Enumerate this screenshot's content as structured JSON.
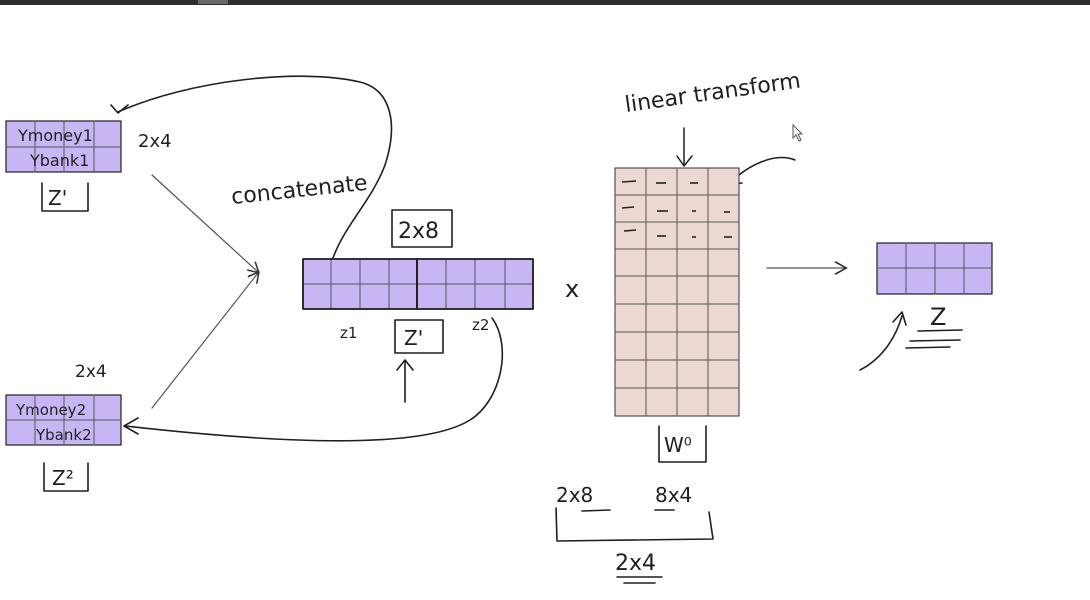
{
  "labels": {
    "z1_row1": "Ymoney1",
    "z1_row2": "Ybank1",
    "z1_dim": "2x4",
    "z1_name": "Z'",
    "z2_dim": "2x4",
    "z2_row1": "Ymoney2",
    "z2_row2": "Ybank2",
    "z2_name": "Z²",
    "concatenate": "concatenate",
    "concat_dim": "2x8",
    "sub_left": "z1",
    "sub_right": "z2",
    "concat_name": "Z'",
    "multiply": "x",
    "linear_transform": "linear transform",
    "weight_name": "W⁰",
    "dim_left": "2x8",
    "dim_right": "8x4",
    "result_dim": "2x4",
    "output_name": "Z"
  },
  "colors": {
    "token_cells": "#c7b6f3",
    "weight_cells": "#ecd7d2",
    "ink": "#1f1f1f"
  }
}
